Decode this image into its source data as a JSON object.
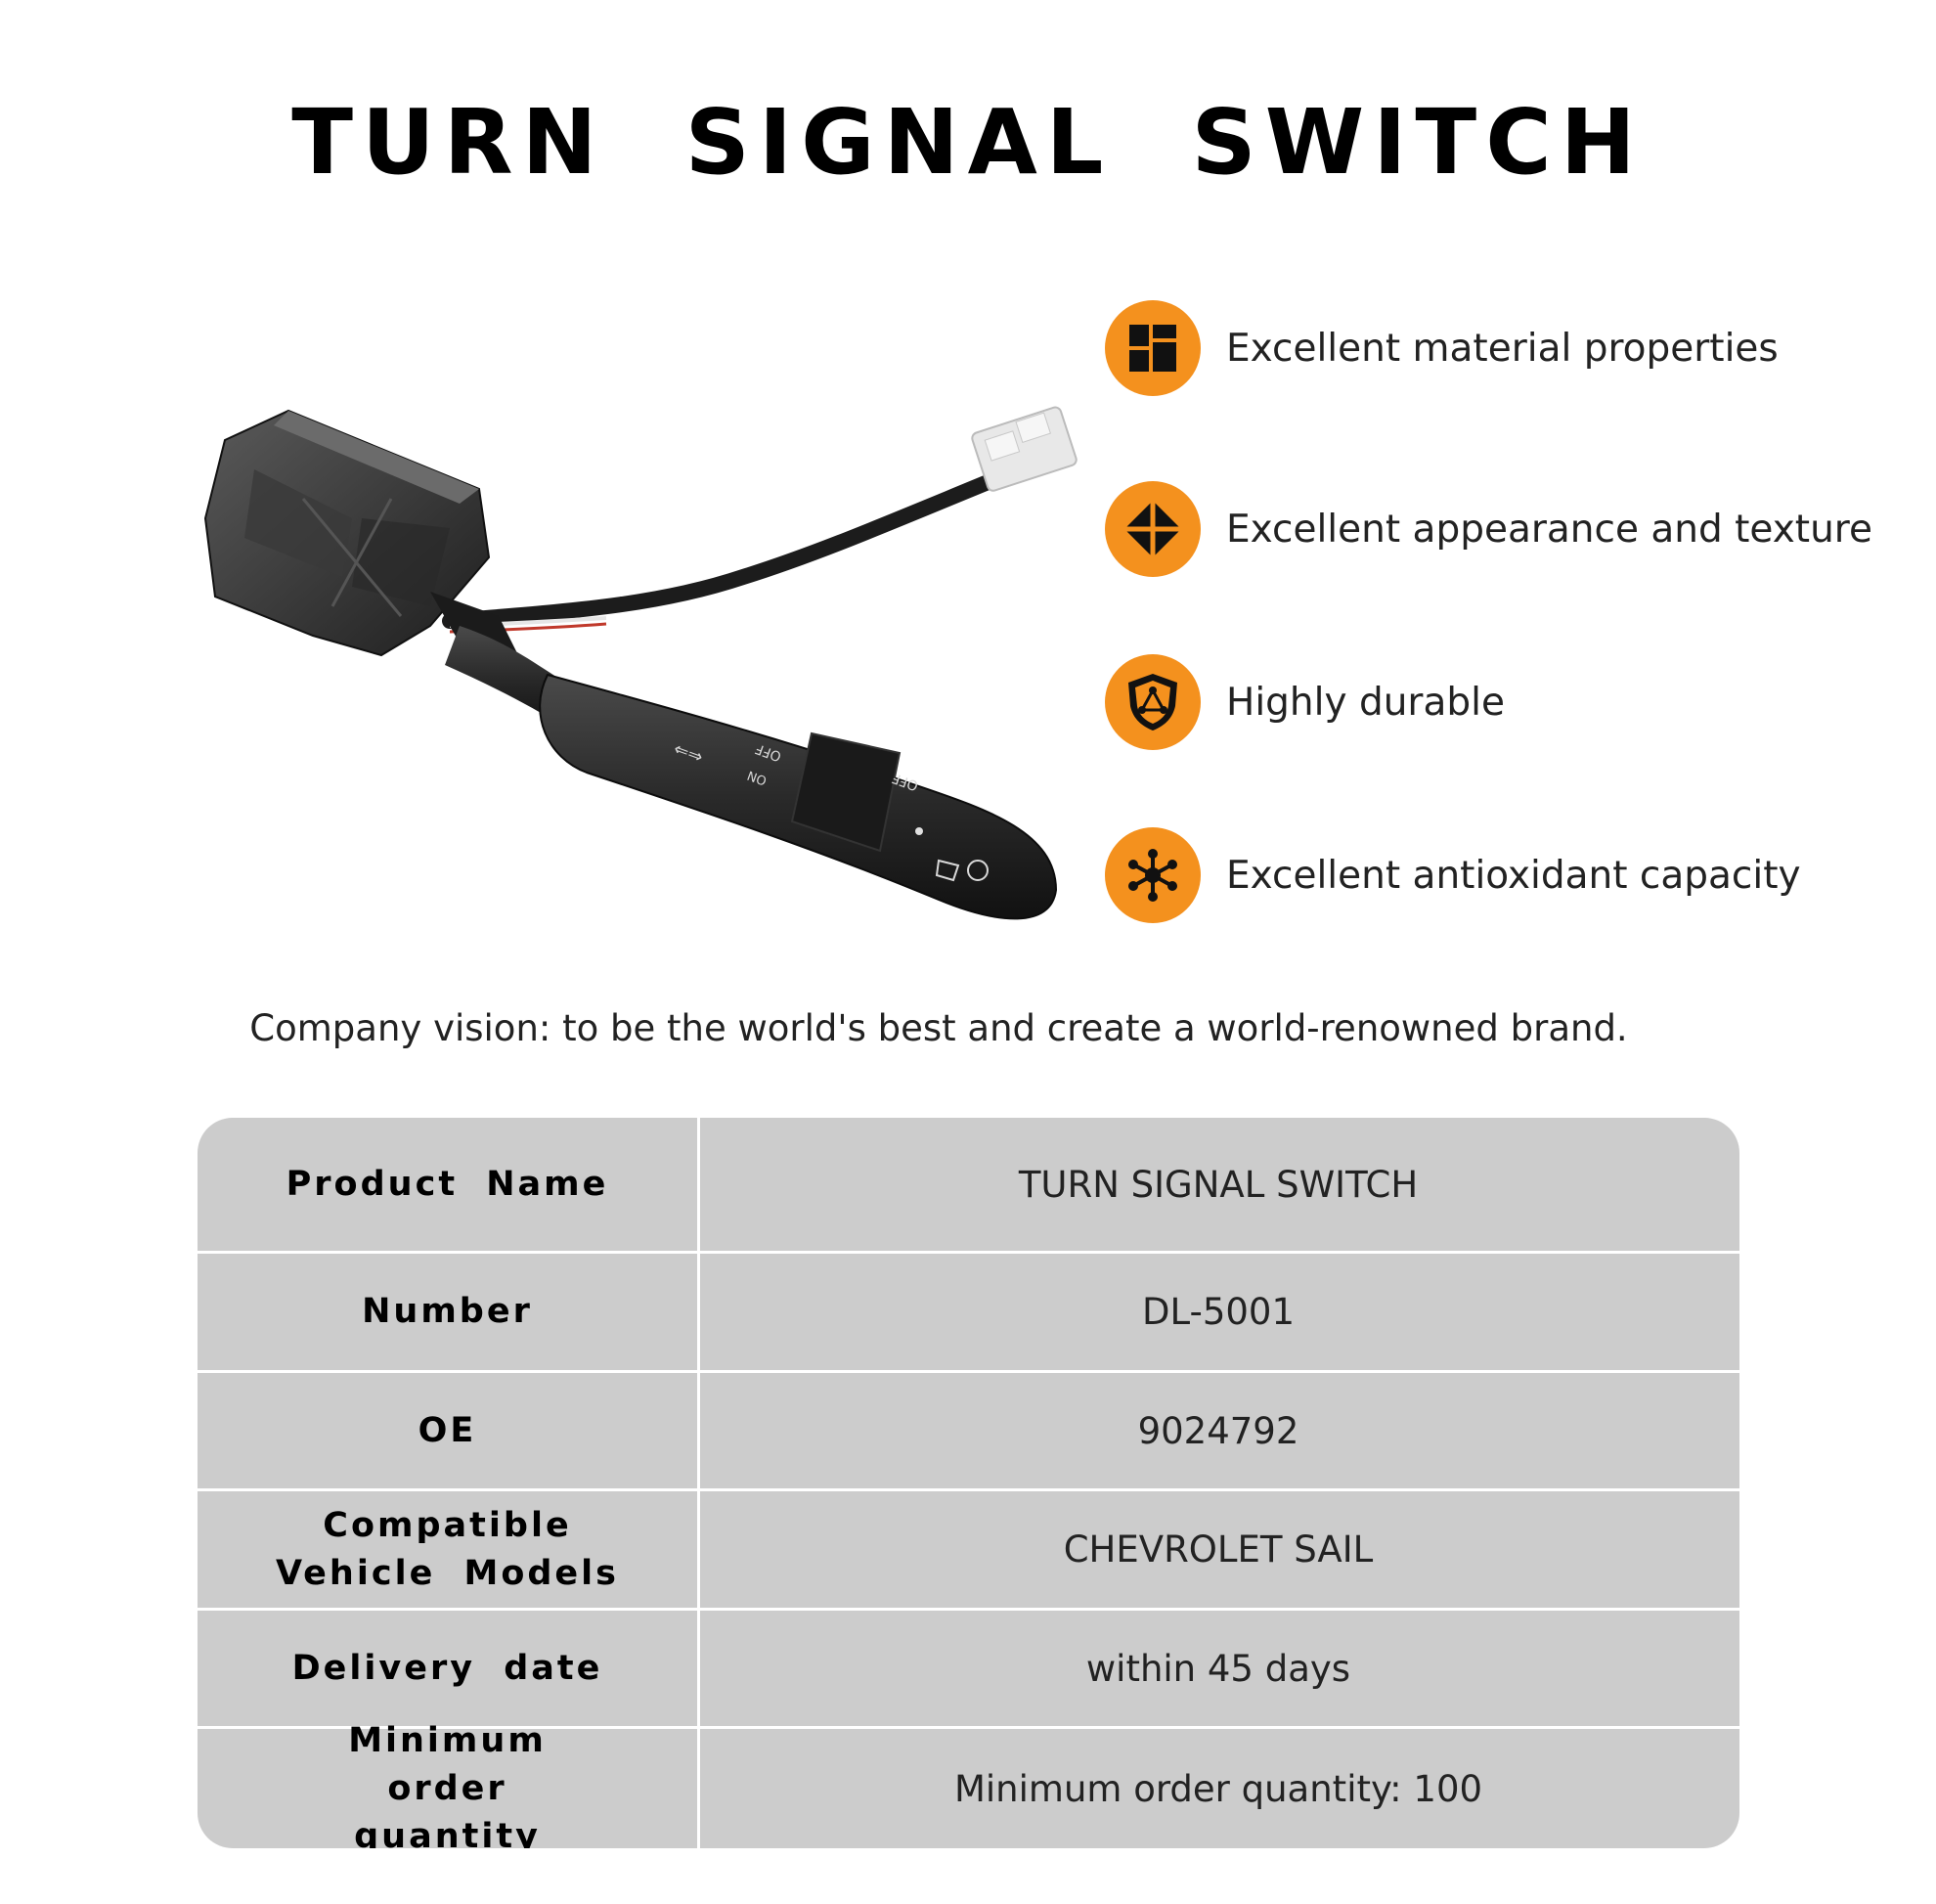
{
  "header": {
    "title": "TURN SIGNAL SWITCH"
  },
  "features": [
    {
      "icon": "blocks-icon",
      "label": "Excellent material properties"
    },
    {
      "icon": "diamond-arrows-icon",
      "label": "Excellent appearance and texture"
    },
    {
      "icon": "shield-icon",
      "label": "Highly durable"
    },
    {
      "icon": "molecule-icon",
      "label": "Excellent antioxidant capacity"
    }
  ],
  "vision": "Company vision: to be the world's best and create a world-renowned brand.",
  "lever_markings": {
    "off": "OFF",
    "on": "ON"
  },
  "specs": [
    {
      "key": "Product Name",
      "value": "TURN SIGNAL SWITCH"
    },
    {
      "key": "Number",
      "value": "DL-5001"
    },
    {
      "key": "OE",
      "value": "9024792"
    },
    {
      "key": "Compatible Vehicle Models",
      "value": "CHEVROLET SAIL"
    },
    {
      "key": "Delivery date",
      "value": "within 45 days"
    },
    {
      "key": "Minimum order quantity",
      "value": "Minimum order quantity: 100"
    }
  ],
  "colors": {
    "accent": "#f4911e",
    "table_bg": "#cccccc",
    "divider": "#ffffff",
    "text": "#222222"
  }
}
